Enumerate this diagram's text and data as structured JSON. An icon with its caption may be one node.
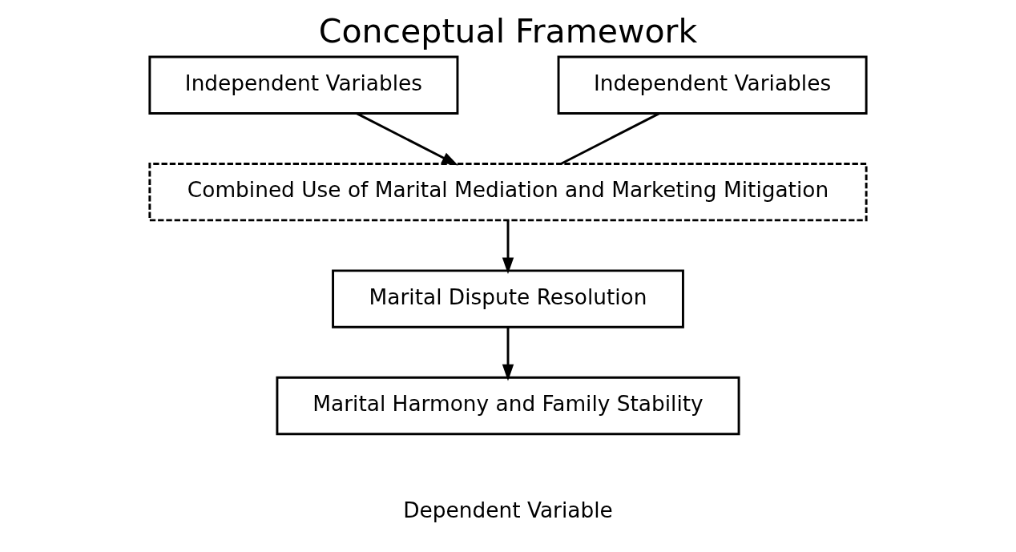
{
  "diagram": {
    "title": "Conceptual Framework",
    "nodes": [
      {
        "text": [
          "Independent Variables"
        ]
      },
      {
        "text": [
          "Independent Variables"
        ]
      },
      {
        "text": [
          "Combined Use of Marital Mediation and Marketing Mitigation"
        ]
      },
      {
        "text": [
          "Marital Dispute Resolution"
        ]
      },
      {
        "text": [
          "Marital Harmony and Family Stability"
        ],
        "beside": [
          "Dependent Variable"
        ]
      }
    ],
    "edges": [
      {
        "from": 0,
        "to": 2,
        "arrow": "to"
      },
      {
        "from": 1,
        "to": 2,
        "arrow": "none"
      },
      {
        "from": 2,
        "to": 3,
        "arrow": "to"
      },
      {
        "from": 3,
        "to": 4,
        "arrow": "to"
      }
    ]
  }
}
